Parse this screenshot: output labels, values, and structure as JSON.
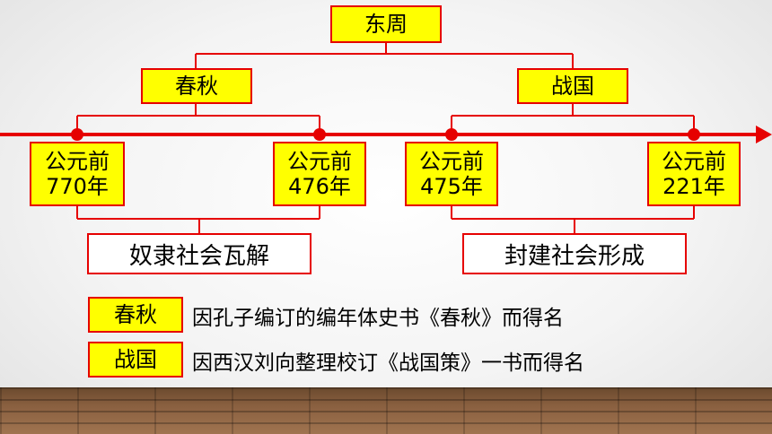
{
  "root": {
    "label": "东周"
  },
  "periods": [
    {
      "label": "春秋",
      "start": {
        "line1": "公元前",
        "line2": "770年"
      },
      "end": {
        "line1": "公元前",
        "line2": "476年"
      },
      "summary": "奴隶社会瓦解"
    },
    {
      "label": "战国",
      "start": {
        "line1": "公元前",
        "line2": "475年"
      },
      "end": {
        "line1": "公元前",
        "line2": "221年"
      },
      "summary": "封建社会形成"
    }
  ],
  "notes": [
    {
      "tag": "春秋",
      "text": "因孔子编订的编年体史书《春秋》而得名"
    },
    {
      "tag": "战国",
      "text": "因西汉刘向整理校订《战国策》一书而得名"
    }
  ],
  "colors": {
    "box_fill": "#ffff00",
    "line": "#e60000",
    "summary_fill": "#ffffff"
  }
}
